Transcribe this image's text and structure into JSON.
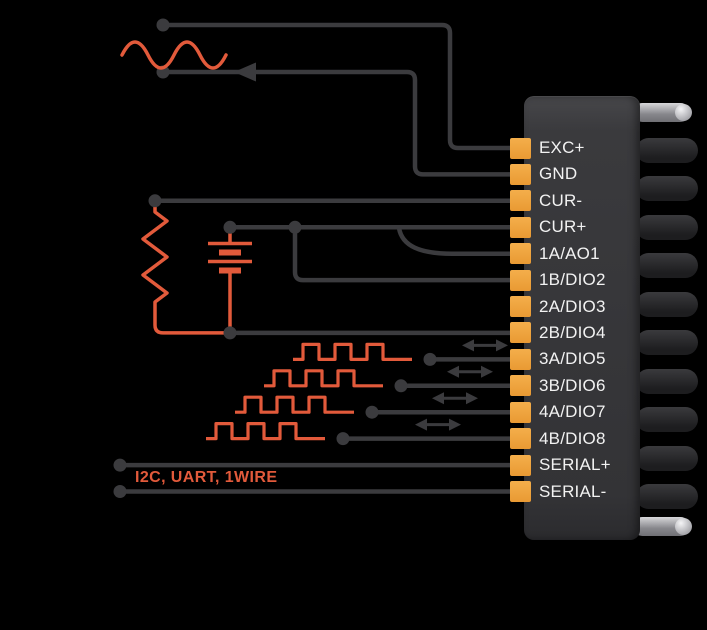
{
  "diagram": {
    "serial_annotation": "I2C, UART, 1WIRE"
  },
  "connector": {
    "pins": [
      "EXC+",
      "GND",
      "CUR-",
      "CUR+",
      "1A/AO1",
      "1B/DIO2",
      "2A/DIO3",
      "2B/DIO4",
      "3A/DIO5",
      "3B/DIO6",
      "4A/DIO7",
      "4B/DIO8",
      "SERIAL+",
      "SERIAL-"
    ]
  },
  "colors": {
    "background": "#000000",
    "signal_orange": "#E25A3B",
    "pad_orange": "#EFA43F",
    "wire_gray": "#3B3B3E",
    "connector_body": "#3A3A3D",
    "label_text": "#F2F2F2"
  },
  "icons": {
    "ac_signal": "sine-wave-icon",
    "load": "resistor-icon",
    "supply": "battery-icon",
    "pwm": "square-wave-icon",
    "bidirectional_io": "double-arrow-icon",
    "signal_direction": "arrow-left-icon"
  }
}
